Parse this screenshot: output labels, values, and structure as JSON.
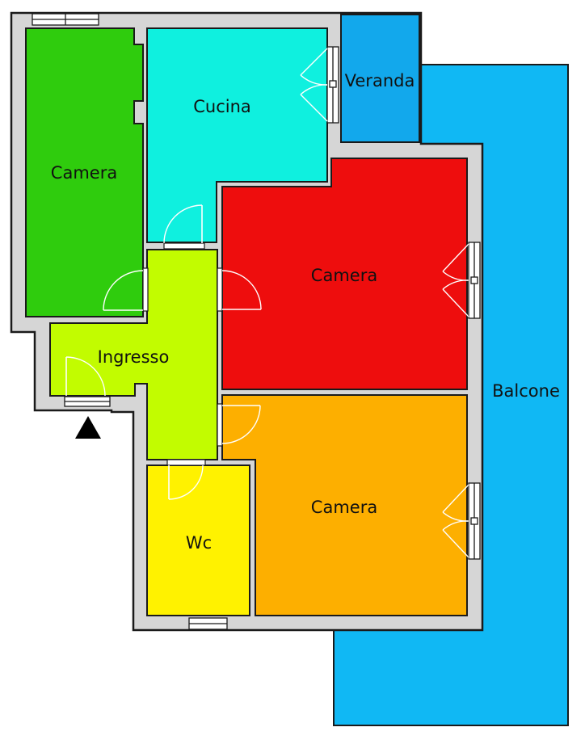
{
  "floor_plan": {
    "rooms": [
      {
        "id": "camera-left",
        "label": "Camera",
        "color": "#2fcc0d"
      },
      {
        "id": "cucina",
        "label": "Cucina",
        "color": "#0ff0df"
      },
      {
        "id": "veranda",
        "label": "Veranda",
        "color": "#12a8ec"
      },
      {
        "id": "camera-red",
        "label": "Camera",
        "color": "#ee0d0d"
      },
      {
        "id": "ingresso",
        "label": "Ingresso",
        "color": "#c2fc00"
      },
      {
        "id": "balcone",
        "label": "Balcone",
        "color": "#10b8f4"
      },
      {
        "id": "camera-orange",
        "label": "Camera",
        "color": "#fdaf00"
      },
      {
        "id": "wc",
        "label": "Wc",
        "color": "#fff200"
      }
    ],
    "wall_color": "#d6d6d6",
    "entrance_marker": "entrance-arrow-icon"
  }
}
